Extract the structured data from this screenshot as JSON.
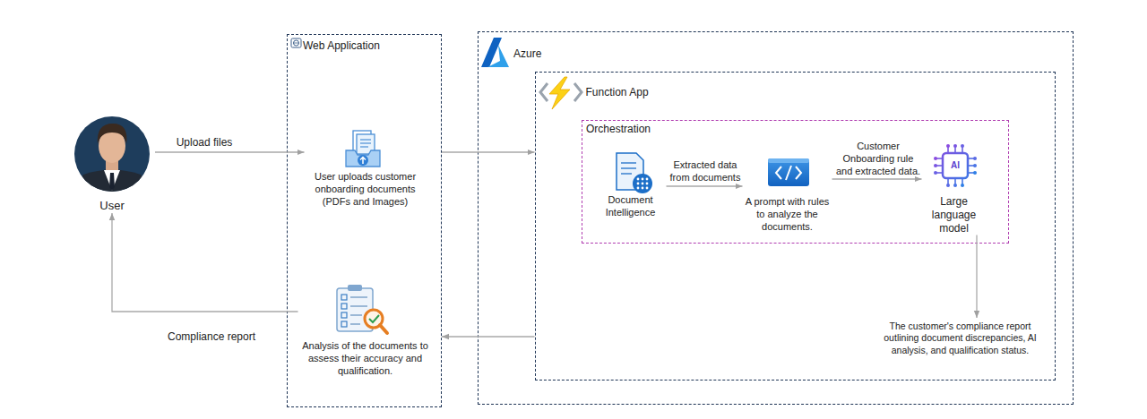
{
  "diagram": {
    "nodes": [
      {
        "text": [
          "User"
        ]
      },
      {
        "text": [
          "Web Application"
        ]
      },
      {
        "text": [
          "User uploads customer onboarding documents (PDFs and Images)"
        ],
        "in": 1
      },
      {
        "text": [
          "Analysis of the documents to assess their accuracy and qualification."
        ],
        "in": 1
      },
      {
        "text": [
          "Azure"
        ]
      },
      {
        "text": [
          "Function App"
        ],
        "in": 4
      },
      {
        "text": [
          "Orchestration"
        ],
        "in": 5
      },
      {
        "text": [
          "Document Intelligence"
        ],
        "in": 6
      },
      {
        "text": [
          "A prompt with rules to analyze the documents."
        ],
        "in": 6
      },
      {
        "text": [
          "Large language model"
        ],
        "in": 6
      },
      {
        "text": [
          "The customer's compliance report outlining document discrepancies, AI analysis, and qualification status."
        ],
        "in": 5
      }
    ],
    "edges": [
      {
        "from": 0,
        "to": 2,
        "label": "Upload files",
        "arrow": "to"
      },
      {
        "from": 1,
        "to": 5,
        "arrow": "to"
      },
      {
        "from": 7,
        "to": 8,
        "label": "Extracted data from documents",
        "arrow": "to"
      },
      {
        "from": 8,
        "to": 9,
        "label": "Customer Onboarding rule and extracted data.",
        "arrow": "to"
      },
      {
        "from": 9,
        "to": 10,
        "arrow": "to"
      },
      {
        "from": 5,
        "to": 1,
        "arrow": "to"
      },
      {
        "from": 3,
        "to": 0,
        "label": "Compliance report",
        "arrow": "to"
      }
    ],
    "labels": [
      "AI"
    ]
  }
}
